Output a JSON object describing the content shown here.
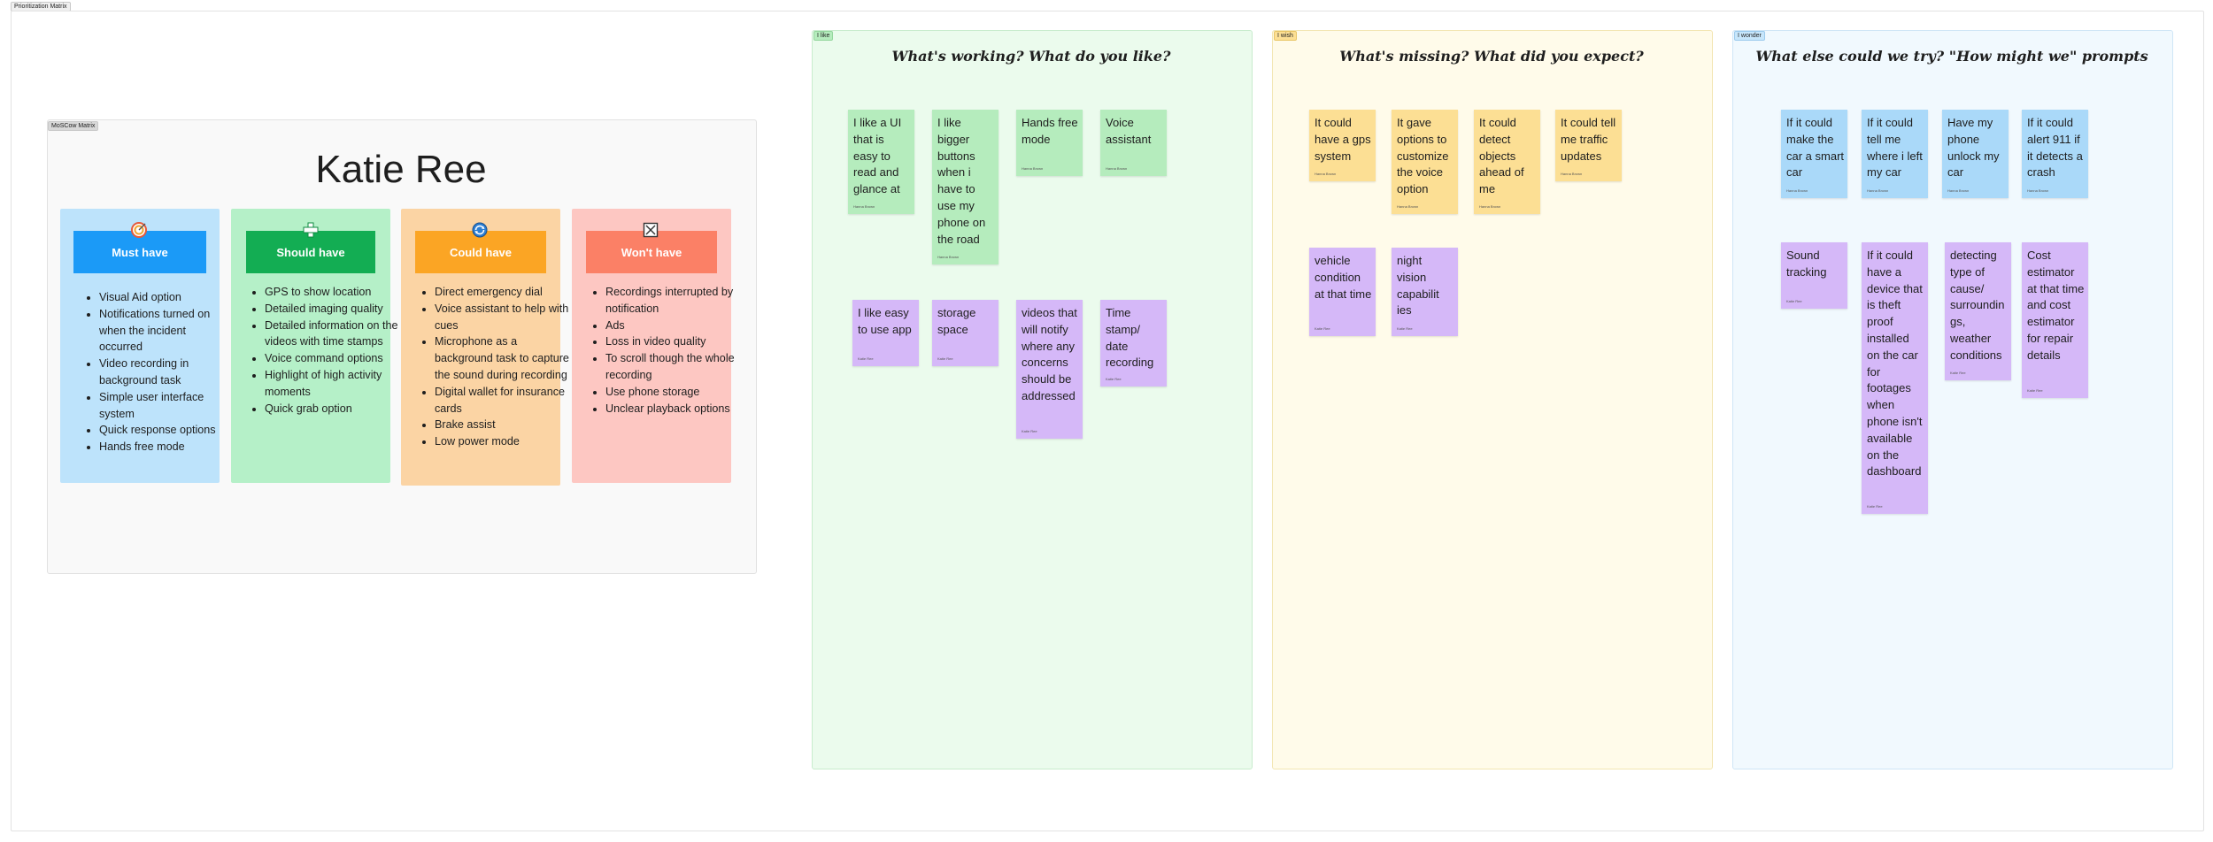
{
  "frame_label": "Prioritization Matrix",
  "moscow": {
    "label": "MoSCow Matrix",
    "person": "Katie Ree",
    "columns": [
      {
        "title": "Must have",
        "icon": "target-icon",
        "items": [
          "Visual Aid option",
          "Notifications turned on when the incident occurred",
          "Video recording in background task",
          "Simple user interface system",
          "Quick response options",
          "Hands free mode"
        ]
      },
      {
        "title": "Should have",
        "icon": "plus-icon",
        "items": [
          "GPS to show location",
          "Detailed imaging quality",
          "Detailed information on the videos with time stamps",
          "Voice command options",
          "Highlight of high activity moments",
          "Quick grab option"
        ]
      },
      {
        "title": "Could have",
        "icon": "refresh-icon",
        "items": [
          "Direct emergency dial",
          "Voice assistant to help with cues",
          "Microphone as a background task to capture the sound during recording",
          "Digital wallet for insurance cards",
          "Brake assist",
          "Low power mode"
        ]
      },
      {
        "title": "Won't have",
        "icon": "cross-box-icon",
        "items": [
          "Recordings interrupted by notification",
          "Ads",
          "Loss in video quality",
          "To scroll though the whole recording",
          " Use phone storage",
          "Unclear playback options"
        ]
      }
    ]
  },
  "panels": [
    {
      "label": "I like",
      "title": "What's working? What do you like?",
      "notes": [
        {
          "text": "I like a UI that is easy to read and glance at",
          "author": "Hanna Brown"
        },
        {
          "text": "I like bigger buttons when i have to use my phone on the road",
          "author": "Hanna Brown"
        },
        {
          "text": "Hands free mode",
          "author": "Hanna Brown"
        },
        {
          "text": "Voice assistant",
          "author": "Hanna Brown"
        },
        {
          "text": "I like easy to use app",
          "author": "Katie Ree"
        },
        {
          "text": "storage space",
          "author": "Katie Ree"
        },
        {
          "text": "videos that will notify where any concerns should be addressed",
          "author": "Katie Ree"
        },
        {
          "text": "Time stamp/ date recording",
          "author": "Katie Ree"
        }
      ]
    },
    {
      "label": "I wish",
      "title": "What's missing? What did you expect?",
      "notes": [
        {
          "text": "It could have a gps system",
          "author": "Hanna Brown"
        },
        {
          "text": "It gave options to customize the voice option",
          "author": "Hanna Brown"
        },
        {
          "text": "It could detect objects ahead of me",
          "author": "Hanna Brown"
        },
        {
          "text": "It could tell me traffic updates",
          "author": "Hanna Brown"
        },
        {
          "text": "vehicle condition at that time",
          "author": "Katie Ree"
        },
        {
          "text": "night vision capabilit ies",
          "author": "Katie Ree"
        }
      ]
    },
    {
      "label": "I wonder",
      "title": "What else could we try? \"How might we\" prompts",
      "notes": [
        {
          "text": "If it could make the car a smart car",
          "author": "Hanna Brown"
        },
        {
          "text": "If it could tell me where i left my car",
          "author": "Hanna Brown"
        },
        {
          "text": "Have my phone unlock my car",
          "author": "Hanna Brown"
        },
        {
          "text": "If it could alert 911 if it detects a crash",
          "author": "Hanna Brown"
        },
        {
          "text": "Sound tracking",
          "author": "Katie Ree"
        },
        {
          "text": "If it could have a device that is theft proof installed on the car for footages when phone isn't available on the dashboard",
          "author": "Katie Ree"
        },
        {
          "text": "detecting type of cause/ surroundin gs, weather conditions",
          "author": "Katie Ree"
        },
        {
          "text": "Cost estimator at that time and cost estimator for repair details",
          "author": "Katie Ree"
        }
      ]
    }
  ],
  "colors": {
    "must_bg": "#bde3fb",
    "must_head": "#1b9af7",
    "should_bg": "#b5f0c8",
    "should_head": "#13ad53",
    "could_bg": "#fbd4a4",
    "could_head": "#fba524",
    "wont_bg": "#fdc7c2",
    "wont_head": "#fb8066",
    "green_note": "#b5ecbd",
    "purple_note": "#d5b8f8",
    "yellow_note": "#fcdf94",
    "blue_note": "#aad9f9"
  }
}
